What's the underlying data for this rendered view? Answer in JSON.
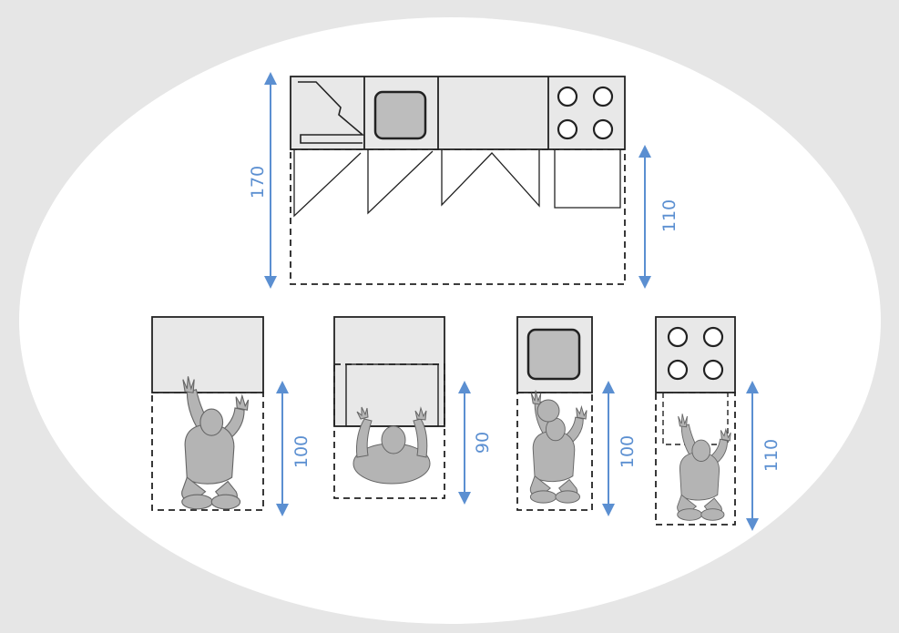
{
  "colors": {
    "background": "#e6e6e6",
    "oval": "#ffffff",
    "counter_fill": "#e8e8e8",
    "line": "#222222",
    "dimension": "#5b8fd1",
    "person_fill": "#b4b4b4",
    "person_stroke": "#666666"
  },
  "dimensions": {
    "kitchen_total": "170",
    "kitchen_front": "110",
    "counter_work": "100",
    "counter_reach": "90",
    "sink_work": "100",
    "stove_work": "110"
  },
  "icons": [
    "cabinet-door-icon",
    "sink-icon",
    "cooktop-icon",
    "person-icon",
    "dimension-arrow-icon"
  ]
}
